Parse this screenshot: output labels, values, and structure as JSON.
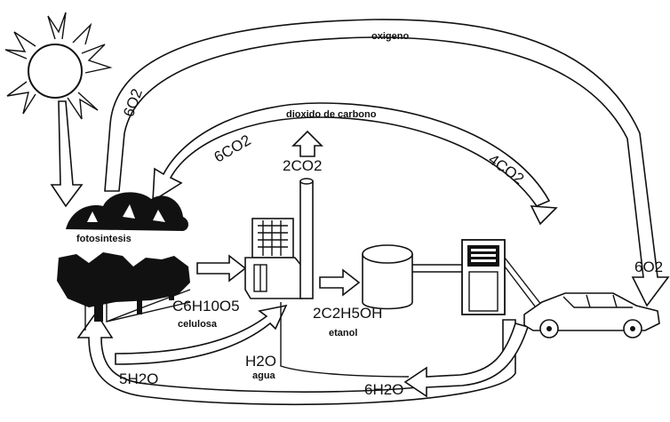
{
  "labels": {
    "oxigeno": "oxigeno",
    "dioxido": "dioxido de carbono",
    "fotosintesis": "fotosintesis",
    "celulosa": "celulosa",
    "etanol": "etanol",
    "agua": "agua"
  },
  "formulas": {
    "o2_left": "6O2",
    "co2_6": "6CO2",
    "co2_2": "2CO2",
    "co2_4": "4CO2",
    "o2_right": "6O2",
    "cellulose": "C6H10O5",
    "ethanol": "2C2H5OH",
    "water_5": "5H2O",
    "water_1": "H2O",
    "water_6": "6H2O"
  }
}
